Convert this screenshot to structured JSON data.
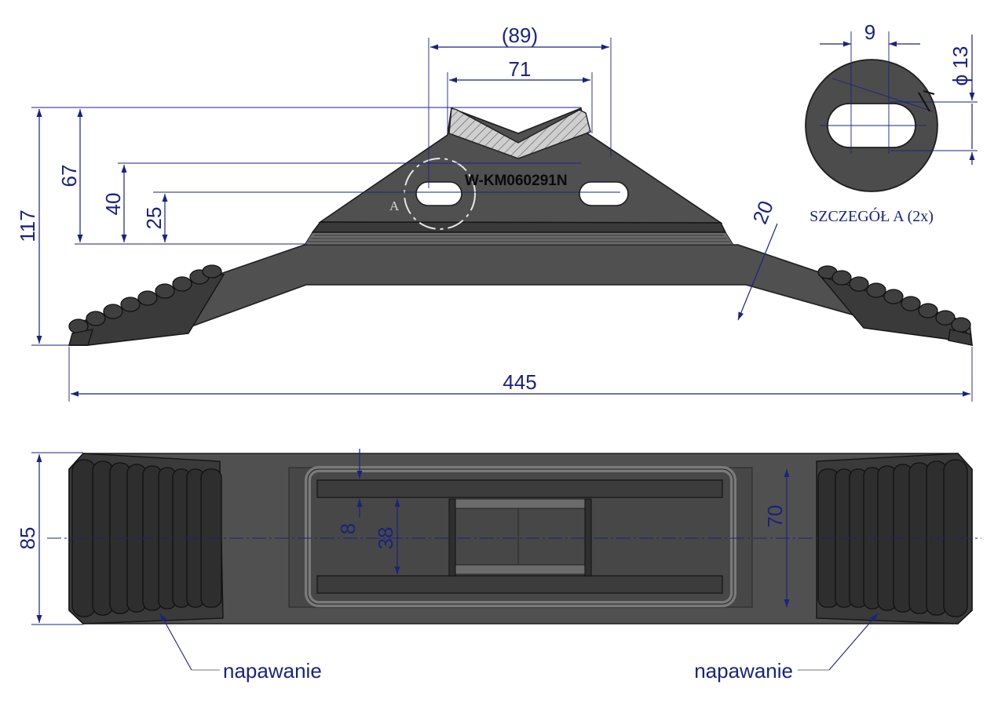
{
  "part_number": "W-KM060291N",
  "detail": {
    "marker": "A",
    "title": "SZCZEGÓŁ A (2x)"
  },
  "dimensions": {
    "top_width_ref": "(89)",
    "holes_spacing": "71",
    "total_height": "117",
    "height_67": "67",
    "height_40": "40",
    "height_25": "25",
    "thickness": "20",
    "overall_length": "445",
    "width": "85",
    "inner_width": "70",
    "plate_thickness": "8",
    "plate_gap": "38",
    "slot_length": "9",
    "hole_diameter": "ϕ 13"
  },
  "labels": {
    "left_hardfacing": "napawanie",
    "right_hardfacing": "napawanie"
  },
  "colors": {
    "dimension": "#1a237e",
    "body": "#505050",
    "outline": "#1e1e1e"
  }
}
